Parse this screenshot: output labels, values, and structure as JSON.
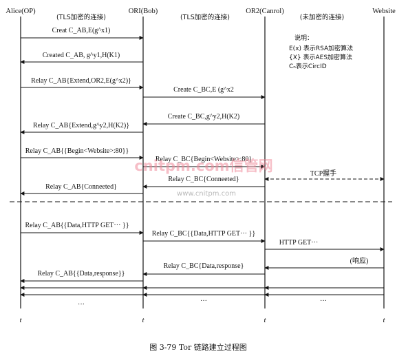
{
  "participants": [
    {
      "key": "alice",
      "label": "Alice(OP)"
    },
    {
      "key": "or1",
      "label": "ORI(Bob)"
    },
    {
      "key": "or2",
      "label": "OR2(Canrol)"
    },
    {
      "key": "website",
      "label": "Website"
    }
  ],
  "channels": [
    {
      "label": "(TLS加密的连接)"
    },
    {
      "label": "(TLS加密的连接)"
    },
    {
      "label": "(未加密的连接)"
    }
  ],
  "legend": {
    "title": "说明：",
    "lines": [
      "E(x) 表示RSA加密算法",
      "{X} 表示AES加密算法",
      "Cₙ表示CircID"
    ]
  },
  "messages": [
    {
      "from": "alice",
      "to": "or1",
      "style": "solid",
      "label": "Creat C_AB,E(g^x1)"
    },
    {
      "from": "or1",
      "to": "alice",
      "style": "solid",
      "label": "Created C_AB, g^y1,H(K1)"
    },
    {
      "from": "alice",
      "to": "or1",
      "style": "solid",
      "label": "Relay C_AB{Extend,OR2,E(g^x2)}"
    },
    {
      "from": "or1",
      "to": "or2",
      "style": "solid",
      "label": "Create C_BC,E (g^x2"
    },
    {
      "from": "or2",
      "to": "or1",
      "style": "solid",
      "label": "Create C_BC,g^y2,H(K2)"
    },
    {
      "from": "or1",
      "to": "alice",
      "style": "solid",
      "label": "Relay C_AB{Extend,g^y2,H(K2)}"
    },
    {
      "from": "alice",
      "to": "or1",
      "style": "solid",
      "label": "Relay C_AB{{Begin<Website>:80}}"
    },
    {
      "from": "or1",
      "to": "or2",
      "style": "solid",
      "label": "Relay C_BC{Begin<Website>:80}"
    },
    {
      "from": "or2",
      "to": "website",
      "style": "dashed-both",
      "label": "TCP握手"
    },
    {
      "from": "or2",
      "to": "or1",
      "style": "solid",
      "label": "Relay C_BC{Conneeted}"
    },
    {
      "from": "or1",
      "to": "alice",
      "style": "solid",
      "label": "Relay C_AB{Conneeted}"
    },
    {
      "from": "alice",
      "to": "or1",
      "style": "solid",
      "label": "Relay C_AB{{Data,HTTP GET··· }}"
    },
    {
      "from": "or1",
      "to": "or2",
      "style": "solid",
      "label": "Relay C_BC{{Data,HTTP GET··· }}"
    },
    {
      "from": "or2",
      "to": "website",
      "style": "solid",
      "label": "HTTP GET···"
    },
    {
      "from": "website",
      "to": "or2",
      "style": "solid",
      "label": "(响应)"
    },
    {
      "from": "or2",
      "to": "or1",
      "style": "solid",
      "label": "Relay C_BC{Data,response}"
    },
    {
      "from": "or1",
      "to": "alice",
      "style": "solid",
      "label": "Relay C_AB{{Data,response}}"
    }
  ],
  "ellipsis": "···",
  "time_label": "t",
  "caption": "图 3-79   Tor 链路建立过程图",
  "watermark": {
    "main": "cnitpm.com信管网",
    "sub": "www.cnitpm.com"
  }
}
